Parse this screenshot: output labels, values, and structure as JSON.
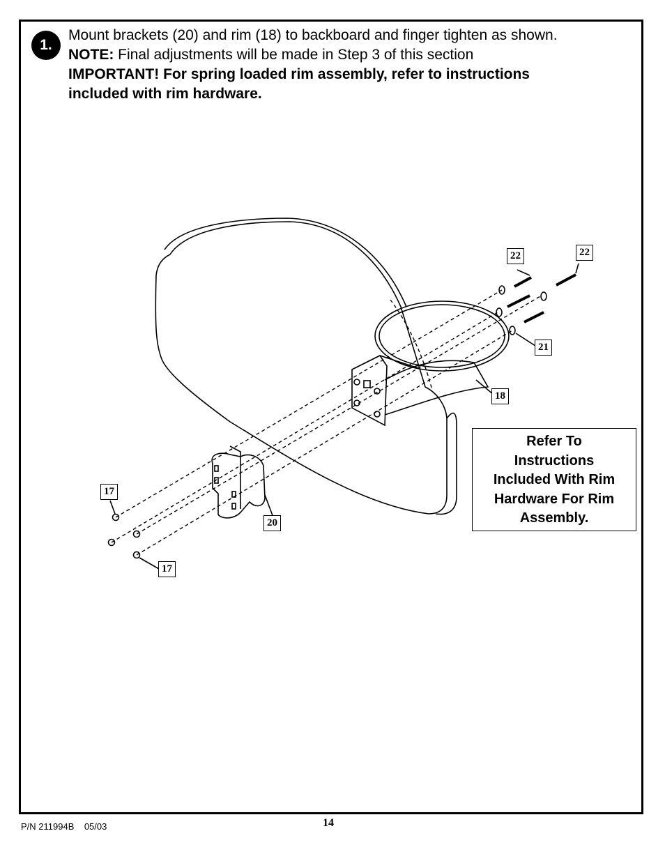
{
  "step": {
    "number": "1.",
    "line1": "Mount brackets (20) and rim (18) to backboard and finger tighten as shown.",
    "note_label": "NOTE:",
    "note_text": " Final adjustments will be made in Step 3 of this section",
    "important_line1": "IMPORTANT! For spring loaded rim assembly, refer to instructions",
    "important_line2": "included with rim hardware."
  },
  "callout": {
    "line1": "Refer To",
    "line2": "Instructions",
    "line3": "Included With Rim",
    "line4": "Hardware For Rim",
    "line5": "Assembly."
  },
  "part_labels": {
    "bolt_a": "22",
    "bolt_b": "22",
    "washer": "21",
    "rim": "18",
    "nut_top": "17",
    "bracket": "20",
    "nut_bottom": "17"
  },
  "footer": {
    "part_number": "P/N 211994B    05/03",
    "page_number": "14"
  }
}
